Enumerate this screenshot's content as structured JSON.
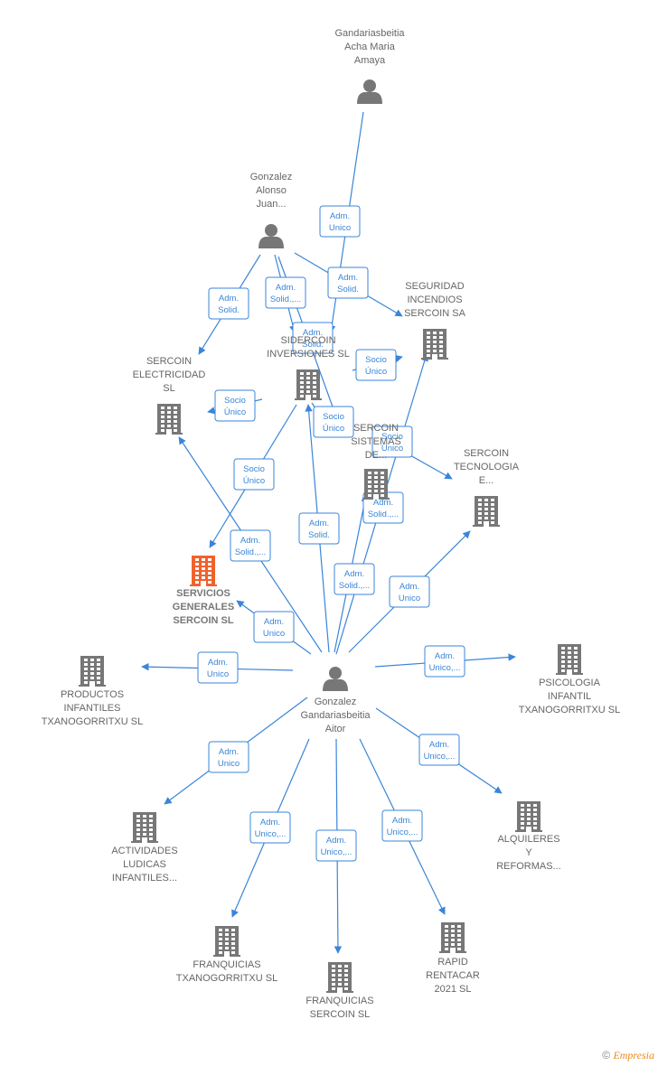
{
  "nodes": [
    {
      "id": "gandariasbeitia_acha",
      "type": "person",
      "label": [
        "Gandariasbeitia",
        "Acha Maria",
        "Amaya"
      ]
    },
    {
      "id": "gonzalez_alonso",
      "type": "person",
      "label": [
        "Gonzalez",
        "Alonso",
        "Juan..."
      ]
    },
    {
      "id": "gonzalez_aitor",
      "type": "person",
      "label": [
        "Gonzalez",
        "Gandariasbeitia",
        "Aitor"
      ]
    },
    {
      "id": "seguridad_incendios",
      "type": "company",
      "label": [
        "SEGURIDAD",
        "INCENDIOS",
        "SERCOIN SA"
      ]
    },
    {
      "id": "sidercoin",
      "type": "company",
      "label": [
        "SIDERCOIN",
        "INVERSIONES SL"
      ]
    },
    {
      "id": "sercoin_electricidad",
      "type": "company",
      "label": [
        "SERCOIN",
        "ELECTRICIDAD",
        "SL"
      ]
    },
    {
      "id": "sercoin_sistemas",
      "type": "company",
      "label": [
        "SERCOIN",
        "SISTEMAS",
        "DE..."
      ]
    },
    {
      "id": "sercoin_tecnologia",
      "type": "company",
      "label": [
        "SERCOIN",
        "TECNOLOGIA",
        "E..."
      ]
    },
    {
      "id": "servicios_generales",
      "type": "company_focus",
      "label": [
        "SERVICIOS",
        "GENERALES",
        "SERCOIN  SL"
      ]
    },
    {
      "id": "productos_infantiles",
      "type": "company",
      "label": [
        "PRODUCTOS",
        "INFANTILES",
        "TXANOGORRITXU SL"
      ]
    },
    {
      "id": "psicologia_infantil",
      "type": "company",
      "label": [
        "PSICOLOGIA",
        "INFANTIL",
        "TXANOGORRITXU SL"
      ]
    },
    {
      "id": "actividades_ludicas",
      "type": "company",
      "label": [
        "ACTIVIDADES",
        "LUDICAS",
        "INFANTILES..."
      ]
    },
    {
      "id": "alquileres",
      "type": "company",
      "label": [
        "ALQUILERES",
        "Y",
        "REFORMAS..."
      ]
    },
    {
      "id": "franquicias_txano",
      "type": "company",
      "label": [
        "FRANQUICIAS",
        "TXANOGORRITXU SL"
      ]
    },
    {
      "id": "franquicias_sercoin",
      "type": "company",
      "label": [
        "FRANQUICIAS",
        "SERCOIN  SL"
      ]
    },
    {
      "id": "rapid_rentacar",
      "type": "company",
      "label": [
        "RAPID",
        "RENTACAR",
        "2021  SL"
      ]
    }
  ],
  "edges": [
    {
      "from": "gandariasbeitia_acha",
      "to": "sidercoin",
      "label": [
        "Adm.",
        "Unico"
      ]
    },
    {
      "from": "gonzalez_alonso",
      "to": "seguridad_incendios",
      "label": [
        "Adm.",
        "Solid."
      ]
    },
    {
      "from": "gonzalez_alonso",
      "to": "sercoin_electricidad",
      "label": [
        "Adm.",
        "Solid."
      ]
    },
    {
      "from": "gonzalez_alonso",
      "to": "sidercoin",
      "label": [
        "Adm.",
        "Solid.,..."
      ]
    },
    {
      "from": "gonzalez_alonso",
      "to": "sercoin_sistemas",
      "label": [
        "Adm.",
        "Solid."
      ]
    },
    {
      "from": "sidercoin",
      "to": "sercoin_electricidad",
      "label": [
        "Socio",
        "Único"
      ]
    },
    {
      "from": "sidercoin",
      "to": "seguridad_incendios",
      "label": [
        "Socio",
        "Único"
      ]
    },
    {
      "from": "sidercoin",
      "to": "sercoin_sistemas",
      "label": [
        "Socio",
        "Único"
      ]
    },
    {
      "from": "sidercoin",
      "to": "servicios_generales",
      "label": [
        "Socio",
        "Único"
      ]
    },
    {
      "from": "sercoin_sistemas",
      "to": "sercoin_tecnologia",
      "label": [
        "Socio",
        "Único"
      ]
    },
    {
      "from": "gonzalez_aitor",
      "to": "sercoin_electricidad",
      "label": [
        "Adm.",
        "Solid.,..."
      ]
    },
    {
      "from": "gonzalez_aitor",
      "to": "sidercoin",
      "label": [
        "Adm.",
        "Solid."
      ]
    },
    {
      "from": "gonzalez_aitor",
      "to": "sercoin_sistemas",
      "label": [
        "Adm.",
        "Solid.,..."
      ]
    },
    {
      "from": "gonzalez_aitor",
      "to": "seguridad_incendios",
      "label": [
        "Adm.",
        "Solid.,..."
      ]
    },
    {
      "from": "gonzalez_aitor",
      "to": "sercoin_tecnologia",
      "label": [
        "Adm.",
        "Unico"
      ]
    },
    {
      "from": "gonzalez_aitor",
      "to": "servicios_generales",
      "label": [
        "Adm.",
        "Unico"
      ]
    },
    {
      "from": "gonzalez_aitor",
      "to": "productos_infantiles",
      "label": [
        "Adm.",
        "Unico"
      ]
    },
    {
      "from": "gonzalez_aitor",
      "to": "psicologia_infantil",
      "label": [
        "Adm.",
        "Unico,..."
      ]
    },
    {
      "from": "gonzalez_aitor",
      "to": "actividades_ludicas",
      "label": [
        "Adm.",
        "Unico"
      ]
    },
    {
      "from": "gonzalez_aitor",
      "to": "alquileres",
      "label": [
        "Adm.",
        "Unico,..."
      ]
    },
    {
      "from": "gonzalez_aitor",
      "to": "franquicias_txano",
      "label": [
        "Adm.",
        "Unico,..."
      ]
    },
    {
      "from": "gonzalez_aitor",
      "to": "franquicias_sercoin",
      "label": [
        "Adm.",
        "Unico,..."
      ]
    },
    {
      "from": "gonzalez_aitor",
      "to": "rapid_rentacar",
      "label": [
        "Adm.",
        "Unico,..."
      ]
    }
  ],
  "colors": {
    "edge": "#3a85d8",
    "node": "#777777",
    "focus": "#f0622d"
  },
  "watermark": {
    "symbol": "©",
    "brand": "Empresia"
  }
}
